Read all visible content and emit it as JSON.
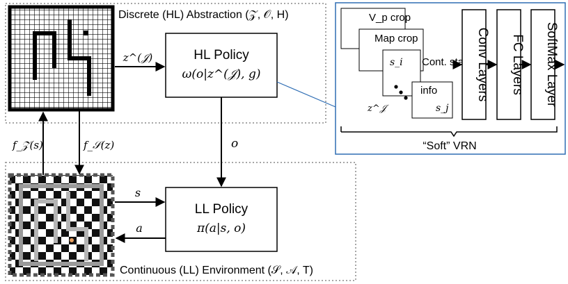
{
  "hl_region": {
    "label": "Discrete (HL) Abstraction (𝒵, 𝒪, H)"
  },
  "ll_region": {
    "label": "Continuous (LL) Environment (𝒮, 𝒜, T)"
  },
  "hl_policy": {
    "title": "HL Policy",
    "formula": "ω(o|z^(𝒥), g)"
  },
  "ll_policy": {
    "title": "LL Policy",
    "formula": "π(a|s, o)"
  },
  "edges": {
    "z_to_hl": "z^(𝒥)",
    "hl_to_ll": "o",
    "env_to_ll": "s",
    "ll_to_env": "a",
    "f_z": "f_𝒵(s)",
    "f_s": "f_𝒮(z)"
  },
  "vrn": {
    "caption": "“Soft” VRN",
    "input_stack": {
      "vp_crop": "V_p crop",
      "map_crop": "Map crop",
      "cont_state": "Cont. state",
      "s_i": "s_i",
      "info": "info",
      "s_j": "s_j",
      "z_j": "z^𝒥"
    },
    "layers": [
      "Conv Layers",
      "FC Layers",
      "SoftMax Layer"
    ]
  },
  "colors": {
    "vrn_border": "#2e6db4",
    "connector": "#2e6db4",
    "dotted_region": "#a6a6a6"
  }
}
